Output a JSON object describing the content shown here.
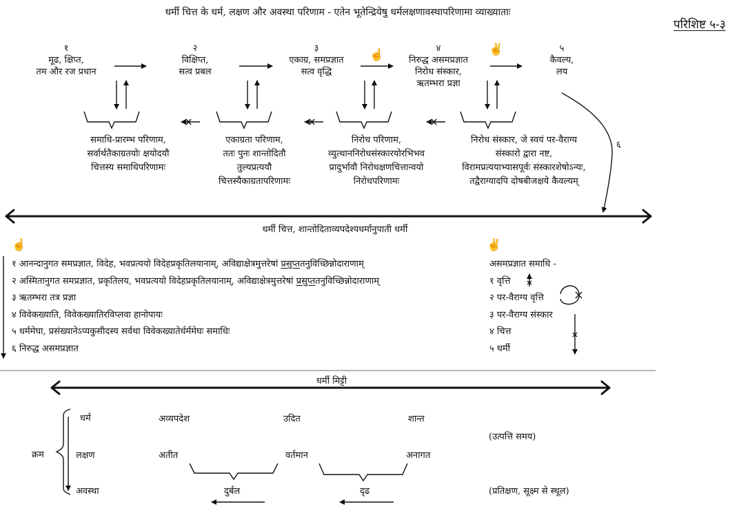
{
  "header": {
    "title": "धर्मी चित्त के धर्म, लक्षण और अवस्था परिणाम - एतेन भूतेन्द्रियेषु धर्मलक्षणावस्थापरिणामा व्याख्याताः",
    "appendix_label": "परिशिष्ट ५-३"
  },
  "stages": [
    {
      "num": "१",
      "lines": [
        "मूढ, क्षिप्त,",
        "तम और रज प्रधान"
      ]
    },
    {
      "num": "२",
      "lines": [
        "विक्षिप्त,",
        "सत्व प्रबल"
      ]
    },
    {
      "num": "३",
      "lines": [
        "एकाग्र, समप्रज्ञात",
        "सत्व वृद्धि"
      ]
    },
    {
      "num": "४",
      "lines": [
        "निरुद्ध असमप्रज्ञात",
        "निरोध संस्कार,",
        "ऋतम्भरा प्रज्ञा"
      ]
    },
    {
      "num": "५",
      "lines": [
        "कैवल्य,",
        "लय"
      ]
    }
  ],
  "parinamas": [
    {
      "lines": [
        "समाधि-प्रारम्भ परिणाम,",
        "सर्वार्थतैकाग्रतयोः क्षयोदयौ",
        "चित्तस्य समाधिपरिणामः"
      ]
    },
    {
      "lines": [
        "एकाग्रता परिणाम,",
        "ततः पुनः शान्तोदितौ",
        "तुल्यप्रत्ययौ",
        "चित्तस्यैकाग्रतापरिणामः"
      ]
    },
    {
      "lines": [
        "निरोध परिणाम,",
        "व्युत्थाननिरोधसंस्कारयोरभिभव",
        "प्रादुर्भावौ निरोधक्षणचित्तान्वयो",
        "निरोधपरिणामः"
      ]
    },
    {
      "lines": [
        "निरोध संस्कार, जे स्वयं पर-वैराग्य",
        "संस्कारो द्वारा नष्ट,",
        "विरामप्रत्ययाभ्यासपूर्वः संस्कारशेषोऽन्यः,",
        "तद्वैराग्यादपि दोषबीजक्षये कैवल्यम्"
      ]
    }
  ],
  "curve_label": "६",
  "main_axis_label": "धर्मी चित्त, शान्तोदिताव्यपदेश्यधर्मानुपाती धर्मी",
  "icons": {
    "one_finger": "☝",
    "two_fingers": "✌"
  },
  "samprajnata_list": [
    {
      "num": "१",
      "text": "आनन्दानुगत समप्रज्ञात, विदेह, भवप्रत्ययो विदेहप्रकृतिलयानाम्, अविद्याक्षेत्रमुत्तरेषां ",
      "underlined": "प्रसुप्त",
      "tail": "तनुविच्छिन्नोदाराणाम्"
    },
    {
      "num": "२",
      "text": "अस्मितानुगत समप्रज्ञात, प्रकृतिलय, भवप्रत्ययो विदेहप्रकृतिलयानाम्, अविद्याक्षेत्रमुत्तरेषां ",
      "underlined": "प्रसुप्त",
      "tail": "तनुविच्छिन्नोदाराणाम्"
    },
    {
      "num": "३",
      "text": "ऋतम्भरा तत्र प्रज्ञा",
      "underlined": "",
      "tail": ""
    },
    {
      "num": "४",
      "text": "विवेकख्याति, विवेकख्यातिरविप्लवा हानोपायः",
      "underlined": "",
      "tail": ""
    },
    {
      "num": "५",
      "text": "धर्ममेघा, प्रसंख्यानेऽप्यकुसीदस्य सर्वथा विवेकख्यातेर्धर्ममेघः समाधिः",
      "underlined": "",
      "tail": ""
    },
    {
      "num": "६",
      "text": "निरुद्ध असमप्रज्ञात",
      "underlined": "",
      "tail": ""
    }
  ],
  "asamprajnata": {
    "heading": "असमप्रज्ञात समाधि -",
    "items": [
      {
        "num": "१",
        "text": "वृत्ति"
      },
      {
        "num": "२",
        "text": "पर-वैराग्य वृत्ति"
      },
      {
        "num": "३",
        "text": "पर-वैराग्य संस्कार"
      },
      {
        "num": "४",
        "text": "चित्त"
      },
      {
        "num": "५",
        "text": "धर्मी"
      }
    ]
  },
  "bottom": {
    "axis_label": "धर्मी मिट्टी",
    "krama_label": "क्रम",
    "rows": [
      {
        "label": "धर्म",
        "cells": [
          "अव्यपदेश",
          "उदित",
          "शान्त"
        ],
        "note": ""
      },
      {
        "label": "लक्षण",
        "cells": [
          "अतीत",
          "वर्तमान",
          "अनागत"
        ],
        "note": "(उत्पत्ति समय)"
      },
      {
        "label": "अवस्था",
        "cells": [
          "दुर्बल",
          "दृढ"
        ],
        "note": "(प्रतिक्षण, सूक्ष्म से स्थूल)"
      }
    ]
  }
}
